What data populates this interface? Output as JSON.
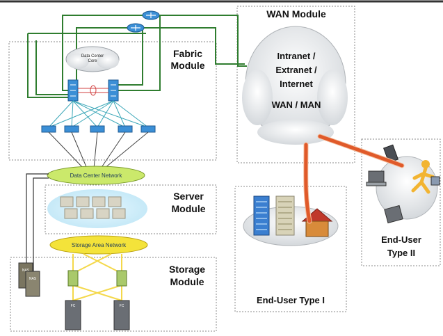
{
  "modules": {
    "wan": "WAN Module",
    "fabric": [
      "Fabric",
      "Module"
    ],
    "server": [
      "Server",
      "Module"
    ],
    "storage": [
      "Storage",
      "Module"
    ]
  },
  "clouds": {
    "wan_lines": [
      "Intranet /",
      "Extranet /",
      "Internet"
    ],
    "wan_man": "WAN / MAN",
    "core": [
      "Data Center",
      "Core"
    ],
    "dcn": "Data Center Network",
    "san": "Storage Area Network"
  },
  "end_users": {
    "type1": "End-User Type I",
    "type2": [
      "End-User",
      "Type II"
    ]
  },
  "device_labels": {
    "nas": "NAS",
    "fc": "FC"
  },
  "colors": {
    "module_border": "#8a8a8a",
    "green_link": "#2f7d2f",
    "cyan_link": "#3aa7b8",
    "wan_link": "#e05a2a",
    "dcn_cloud": "#cbe96b",
    "san_cloud": "#f4e33a",
    "router_blue": "#3b8fd6"
  }
}
